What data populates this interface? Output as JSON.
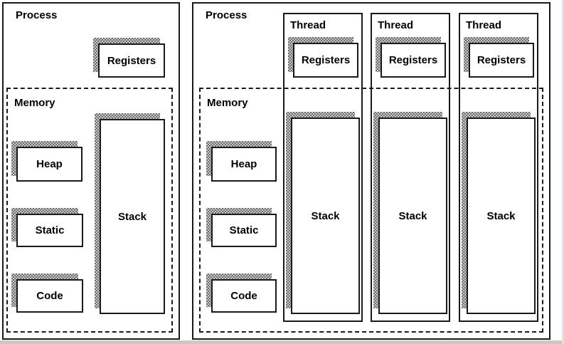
{
  "diagram": {
    "left_process": {
      "title": "Process",
      "registers_label": "Registers",
      "memory_label": "Memory",
      "heap_label": "Heap",
      "static_label": "Static",
      "code_label": "Code",
      "stack_label": "Stack"
    },
    "right_process": {
      "title": "Process",
      "memory_label": "Memory",
      "heap_label": "Heap",
      "static_label": "Static",
      "code_label": "Code",
      "threads": [
        {
          "label": "Thread",
          "registers_label": "Registers",
          "stack_label": "Stack"
        },
        {
          "label": "Thread",
          "registers_label": "Registers",
          "stack_label": "Stack"
        },
        {
          "label": "Thread",
          "registers_label": "Registers",
          "stack_label": "Stack"
        }
      ]
    }
  },
  "colors": {
    "border": "#1a1a1a",
    "background": "#ffffff",
    "shadow_dark": "#6e6e6e",
    "shadow_light": "#c9c9c9",
    "text": "#000000",
    "edge_gray": "#c9c9c9",
    "edge_gray_light": "#e0e0e0"
  }
}
